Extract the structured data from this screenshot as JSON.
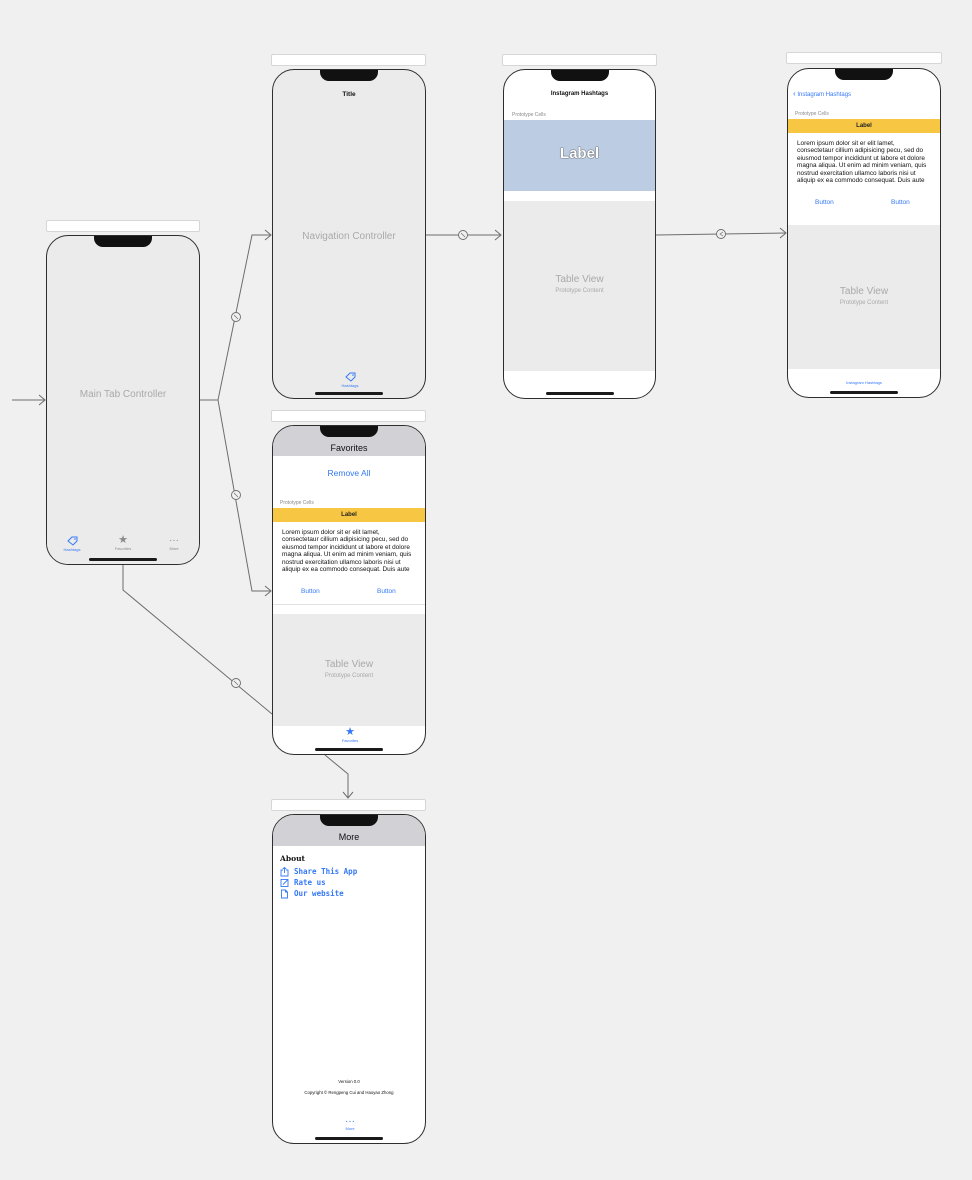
{
  "scenes": {
    "main_tab": {
      "title": "Main Tab Controller",
      "tabs": [
        {
          "label": "Hashtags",
          "icon": "tag-icon"
        },
        {
          "label": "Favorites",
          "icon": "star-icon"
        },
        {
          "label": "More",
          "icon": "more-icon"
        }
      ]
    },
    "navigation": {
      "nav_title": "Title",
      "title": "Navigation Controller",
      "tab_label": "Hashtags"
    },
    "hashtags": {
      "nav_title": "Instagram Hashtags",
      "prototype_cells": "Prototype Cells",
      "cell_label": "Label",
      "table_view": "Table View",
      "prototype_content": "Prototype Content"
    },
    "detail": {
      "back_label": "Instagram Hashtags",
      "prototype_cells": "Prototype Cells",
      "cell_label": "Label",
      "lorem": "Lorem ipsum dolor sit er elit lamet, consectetaur cillium adipisicing pecu, sed do eiusmod tempor incididunt ut labore et dolore magna aliqua. Ut enim ad minim veniam, quis nostrud exercitation ullamco laboris nisi ut aliquip ex ea commodo consequat. Duis aute",
      "button1": "Button",
      "button2": "Button",
      "table_view": "Table View",
      "prototype_content": "Prototype Content",
      "tab_label": "Instagram Hashtags"
    },
    "favorites": {
      "nav_title": "Favorites",
      "remove_all": "Remove All",
      "prototype_cells": "Prototype Cells",
      "cell_label": "Label",
      "lorem": "Lorem ipsum dolor sit er elit lamet, consectetaur cillium adipisicing pecu, sed do eiusmod tempor incididunt ut labore et dolore magna aliqua. Ut enim ad minim veniam, quis nostrud exercitation ullamco laboris nisi ut aliquip ex ea commodo consequat. Duis aute",
      "button1": "Button",
      "button2": "Button",
      "table_view": "Table View",
      "prototype_content": "Prototype Content",
      "tab_label": "Favorites"
    },
    "more": {
      "nav_title": "More",
      "section_title": "About",
      "items": [
        {
          "label": "Share This App",
          "icon": "share-icon"
        },
        {
          "label": "Rate us",
          "icon": "edit-icon"
        },
        {
          "label": "Our website",
          "icon": "document-icon"
        }
      ],
      "version": "Version 0.0",
      "copyright": "Copyright © Rengpeng Cui and Haoyao Zhong",
      "tab_label": "More"
    }
  },
  "colors": {
    "accent": "#3478f6",
    "cell_highlight": "#f7c744",
    "prototype_cell_bg": "#bccde3",
    "canvas": "#f0f0f0",
    "scene_bg": "#ebebeb",
    "navbar_gray": "#d2d1d6"
  }
}
